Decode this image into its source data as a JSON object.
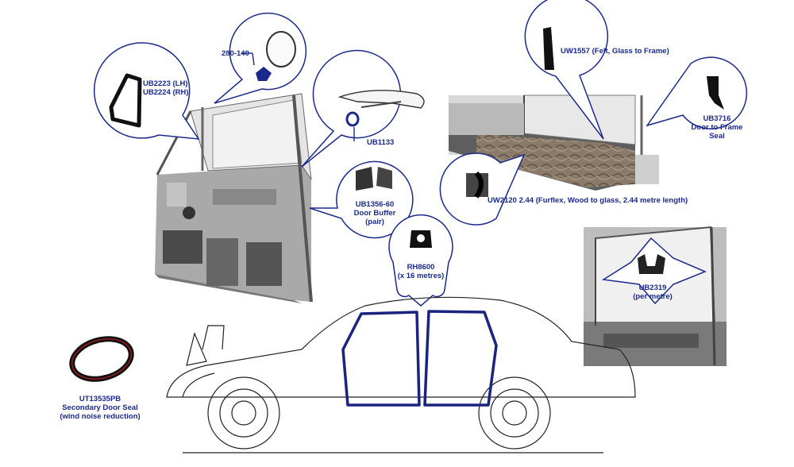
{
  "colors": {
    "accent": "#1a2a8c",
    "photo_gray": "#9a9a9a",
    "line": "#222222",
    "seal": "#1a237e"
  },
  "callouts": {
    "ub2223": {
      "line1": "UB2223 (LH)",
      "line2": "UB2224 (RH)"
    },
    "p280": {
      "code": "280-140"
    },
    "ub1133": {
      "code": "UB1133"
    },
    "ub1356": {
      "line1": "UB1356-60",
      "line2": "Door Buffer",
      "line3": "(pair)"
    },
    "uw1557": {
      "text": "UW1557 (Felt, Glass to Frame)"
    },
    "ub3716": {
      "line1": "UB3716",
      "line2": "Door to Frame",
      "line3": "Seal"
    },
    "uw2120": {
      "text": "UW2120 2.44 (Furflex, Wood to glass, 2.44 metre length)"
    },
    "ub2319": {
      "line1": "UB2319",
      "line2": "(per metre)"
    },
    "rh8600": {
      "line1": "RH8600",
      "line2": "(x 16 metres)"
    },
    "ut13535": {
      "line1": "UT13535PB",
      "line2": "Secondary Door Seal",
      "line3": "(wind noise reduction)"
    }
  }
}
